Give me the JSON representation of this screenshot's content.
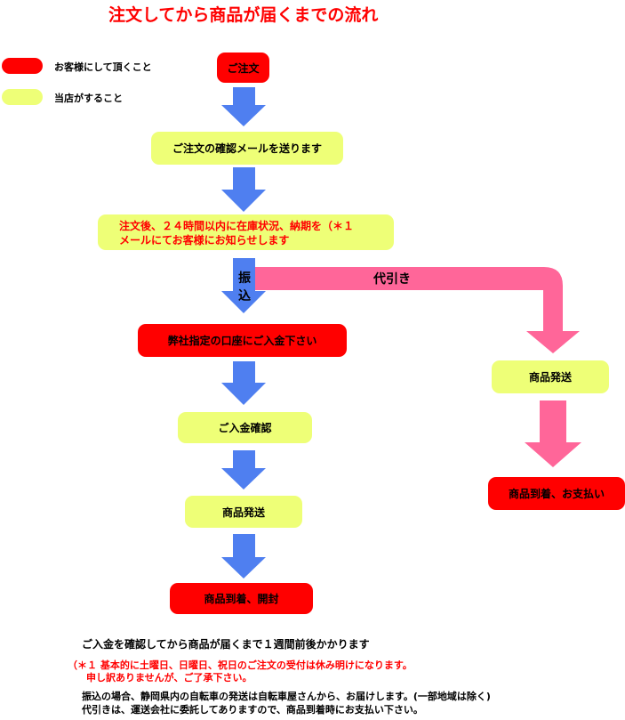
{
  "title": "注文してから商品が届くまでの流れ",
  "legend": [
    {
      "label": "お客様にして頂くこと",
      "color": "#ff0000"
    },
    {
      "label": "当店がすること",
      "color": "#eeff77"
    }
  ],
  "steps": {
    "order": "ご注文",
    "confirm_mail": "ご注文の確認メールを送ります",
    "stock_notice_line1": "注文後、２４時間以内に在庫状況、納期を（＊１",
    "stock_notice_line2": "メールにてお客様にお知らせします",
    "transfer_payment": "弊社指定の口座にご入金下さい",
    "payment_confirm": "ご入金確認",
    "ship_transfer": "商品発送",
    "arrive_transfer": "商品到着、開封",
    "ship_cod": "商品発送",
    "arrive_cod": "商品到着、お支払い"
  },
  "branches": {
    "transfer": "振込",
    "cod": "代引き"
  },
  "footer": {
    "main": "ご入金を確認してから商品が届くまで１週間前後かかります",
    "note_line1": "（＊１ 基本的に土曜日、日曜日、祝日のご注文の受付は休み明けになります。",
    "note_line2": "申し訳ありませんが、ご了承下さい。",
    "info_line1": "振込の場合、静岡県内の自転車の発送は自転車屋さんから、お届けします。(一部地域は除く)",
    "info_line2": "代引きは、運送会社に委託してありますので、商品到着時にお支払い下さい。"
  },
  "colors": {
    "customer": "#ff0000",
    "shop": "#eeff77",
    "arrow_blue": "#4f7ff0",
    "arrow_pink": "#ff6699",
    "title_red": "#ff0000"
  }
}
